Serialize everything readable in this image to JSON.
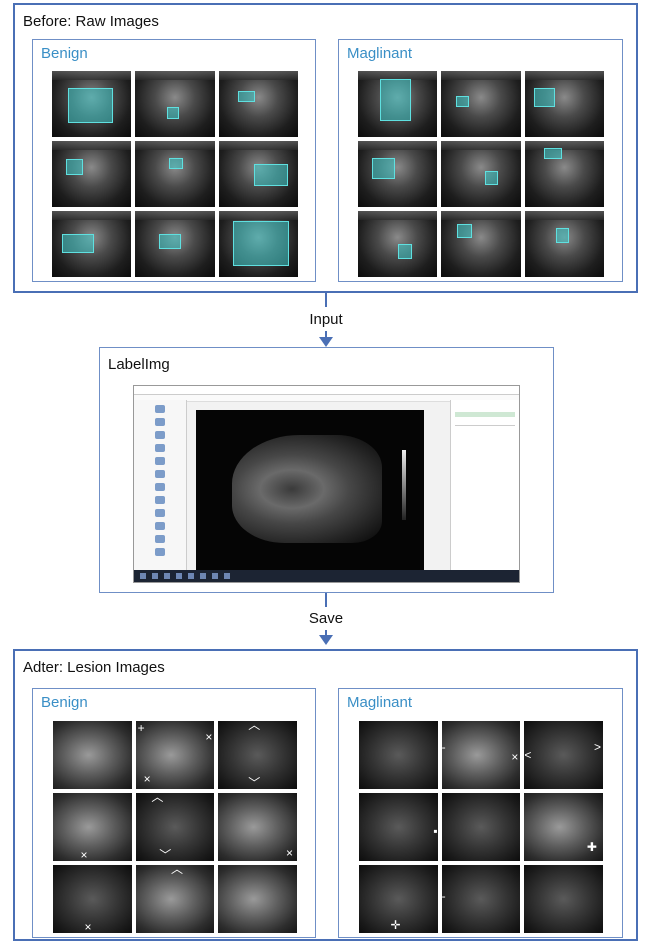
{
  "before": {
    "title": "Before: Raw Images",
    "benign_label": "Benign",
    "malignant_label": "Maglinant"
  },
  "arrow_input": "Input",
  "labelimg": {
    "title": "LabelImg"
  },
  "arrow_save": "Save",
  "after": {
    "title": "Adter: Lesion Images",
    "benign_label": "Benign",
    "malignant_label": "Maglinant"
  },
  "colors": {
    "frame": "#4a6fb5",
    "panel_title": "#3a8fc6",
    "roi": "#3cc8c8"
  },
  "icons": [
    "ultrasound-thumbnail-icon",
    "roi-box",
    "lesion-crop",
    "labelimg-window"
  ]
}
